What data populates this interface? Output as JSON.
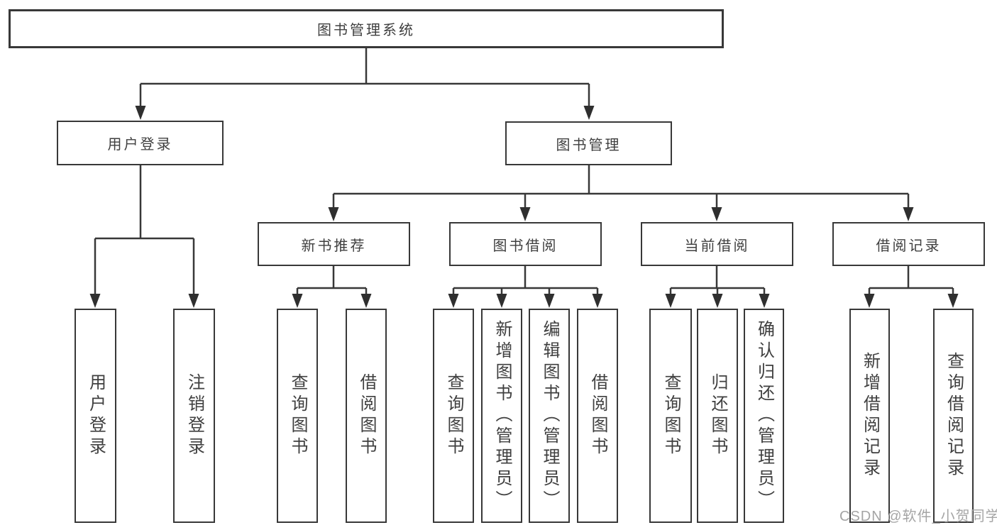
{
  "tree": {
    "root": "图书管理系统",
    "branches": [
      {
        "label": "用户登录",
        "children": [
          "用户登录",
          "注销登录"
        ]
      },
      {
        "label": "图书管理",
        "groups": [
          {
            "label": "新书推荐",
            "children": [
              "查询图书",
              "借阅图书"
            ]
          },
          {
            "label": "图书借阅",
            "children": [
              "查询图书",
              "新增图书（管理员）",
              "编辑图书（管理员）",
              "借阅图书"
            ]
          },
          {
            "label": "当前借阅",
            "children": [
              "查询图书",
              "归还图书",
              "确认归还（管理员）"
            ]
          },
          {
            "label": "借阅记录",
            "children": [
              "新增借阅记录",
              "查询借阅记录"
            ]
          }
        ]
      }
    ]
  },
  "watermark": {
    "text": "CSDN @软件_小贺同学"
  },
  "colors": {
    "line": "#383838",
    "text": "#3f3f3f",
    "watermark": "#a5a5a5",
    "background": "#ffffff"
  }
}
